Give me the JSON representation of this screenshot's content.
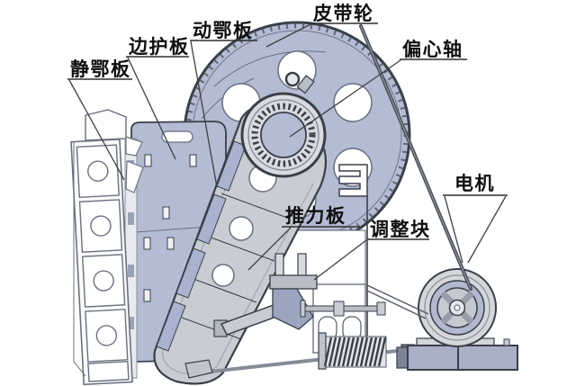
{
  "diagram": {
    "type": "mechanical-structure-diagram",
    "labels": {
      "static_jaw_plate": "静鄂板",
      "side_guard_plate": "边护板",
      "moving_jaw_plate": "动鄂板",
      "belt_pulley": "皮带轮",
      "eccentric_shaft": "偏心轴",
      "motor": "电机",
      "thrust_plate": "推力板",
      "adjusting_block": "调整块"
    },
    "colors": {
      "body_blue": "#b3bcd3",
      "part_gray": "#c9ccd2",
      "outline": "#3a4049",
      "belt": "#4a4e57",
      "background": "#ffffff"
    }
  }
}
